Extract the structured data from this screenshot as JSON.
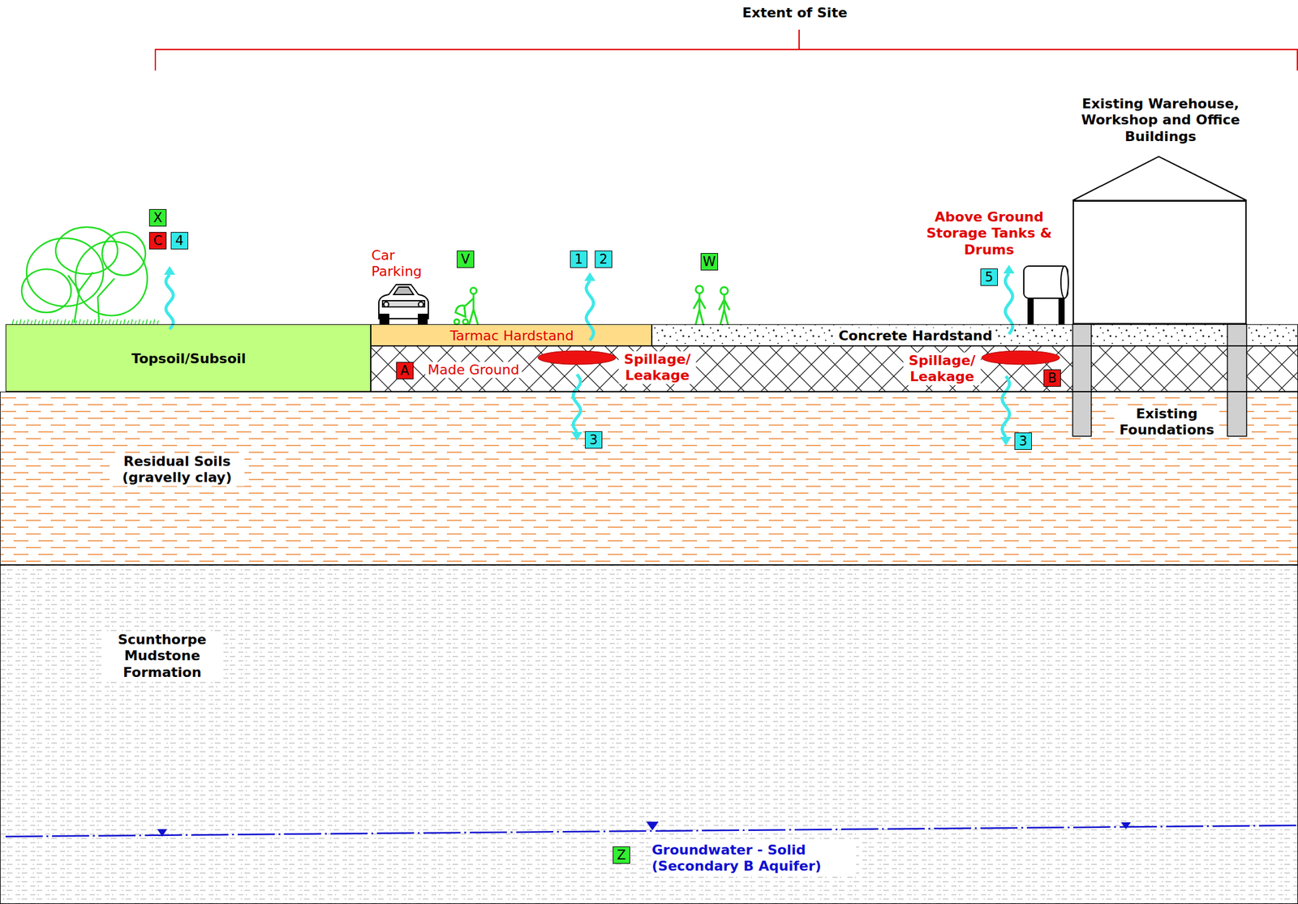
{
  "diagram": {
    "nodes": [
      {
        "text": [
          "Topsoil/Subsoil"
        ]
      },
      {
        "text": [
          "Tarmac Hardstand"
        ]
      },
      {
        "text": [
          "Concrete Hardstand"
        ]
      },
      {
        "text": [
          "Made Ground"
        ]
      },
      {
        "text": [
          "Residual Soils (gravelly clay)"
        ]
      },
      {
        "text": [
          "Scunthorpe Mudstone Formation"
        ]
      },
      {
        "text": [
          "Existing Warehouse, Workshop and Office Buildings"
        ]
      }
    ],
    "labels": [
      "Extent of Site",
      "X",
      "C",
      "4",
      "Car Parking",
      "V",
      "1",
      "2",
      "W",
      "Above Ground Storage Tanks & Drums",
      "5",
      "A",
      "Spillage/ Leakage",
      "Spillage/ Leakage",
      "B",
      "3",
      "3",
      "Existing Foundations",
      "Z",
      "Groundwater - Solid (Secondary B Aquifer)"
    ]
  }
}
